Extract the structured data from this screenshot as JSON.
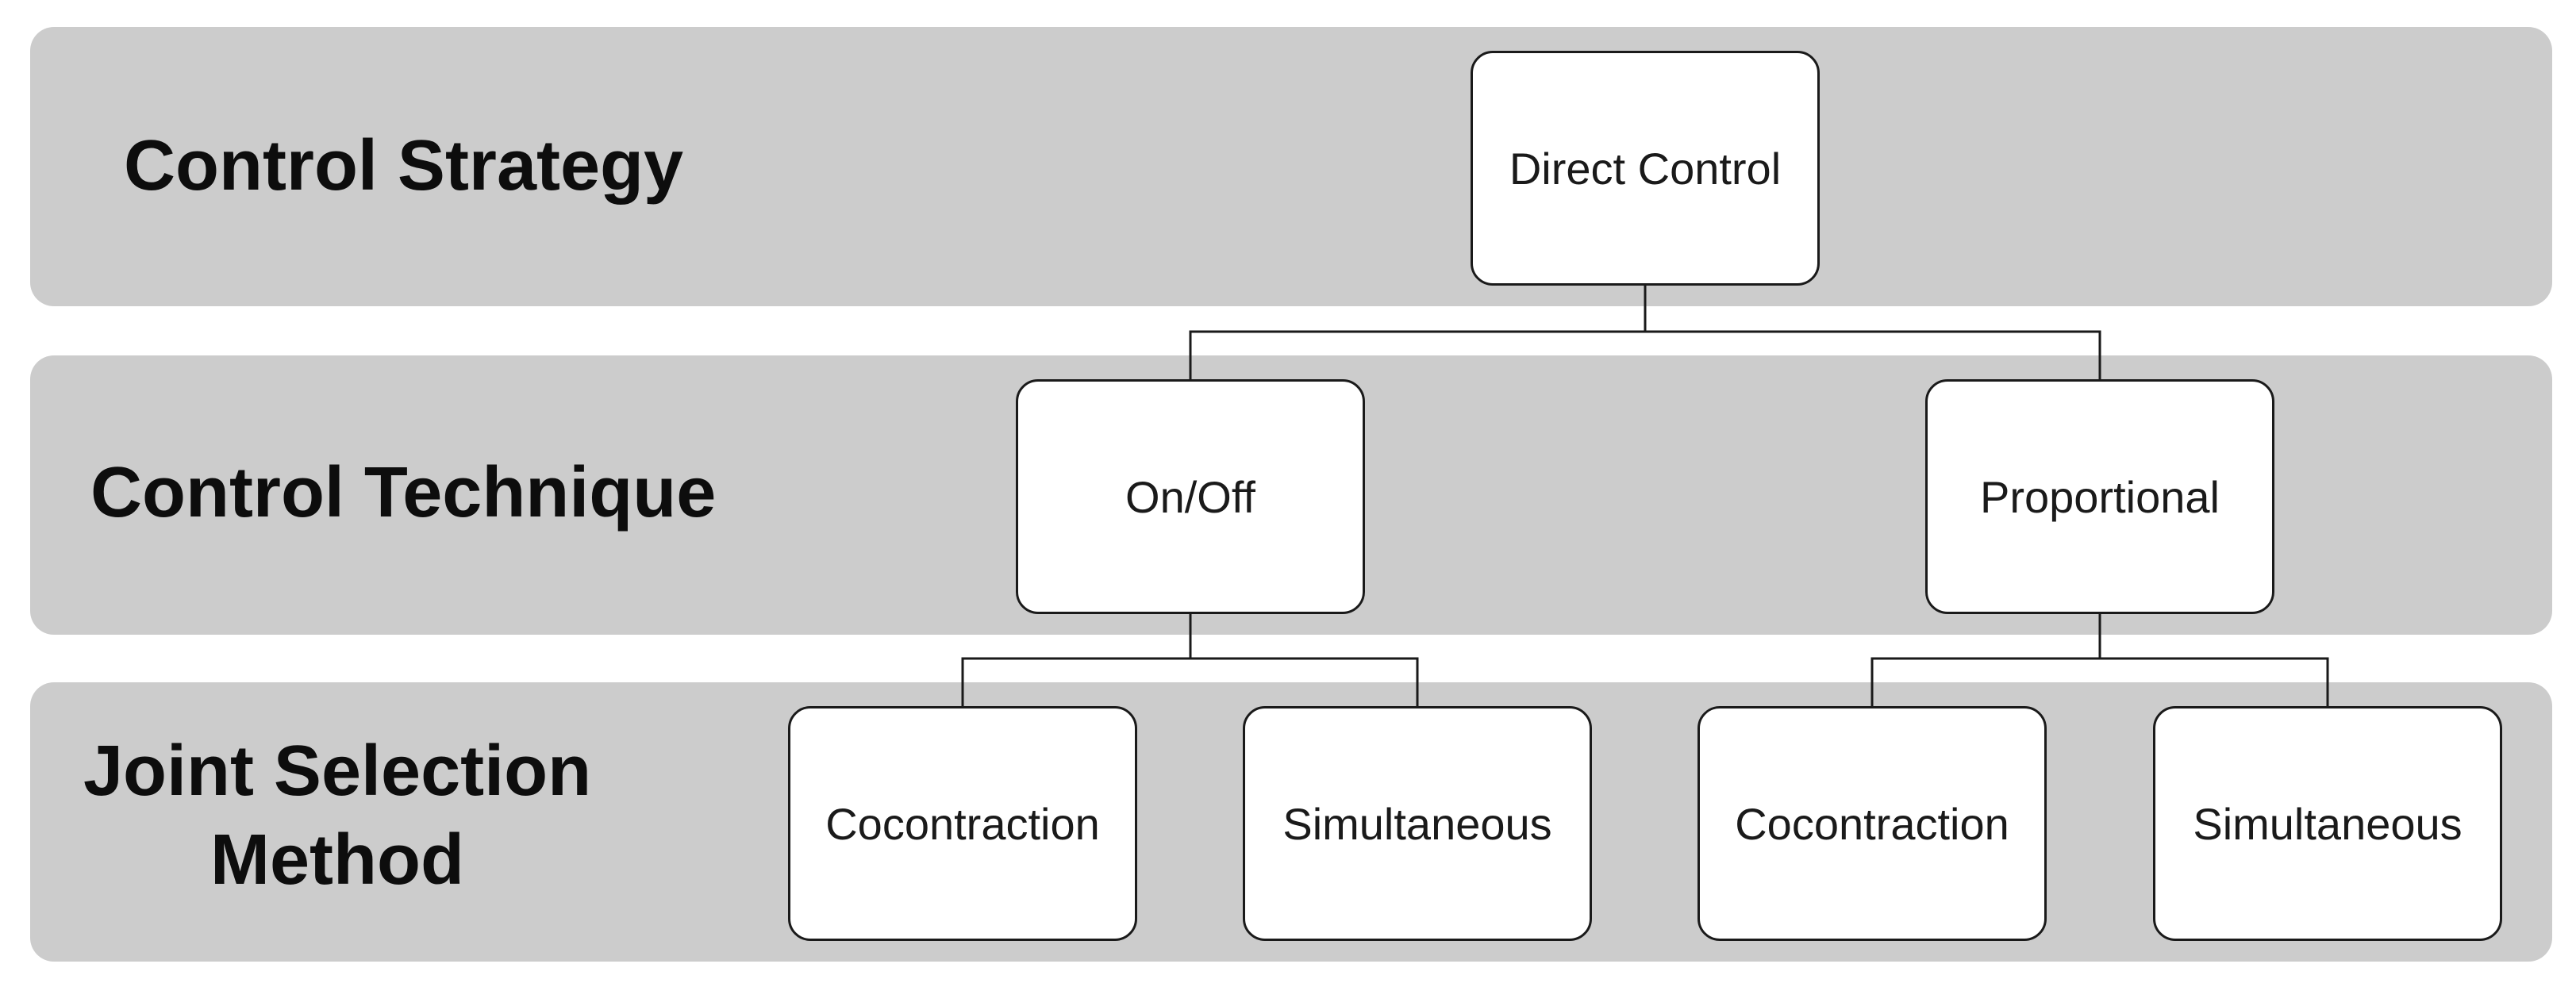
{
  "levels": [
    {
      "label": "Control Strategy"
    },
    {
      "label": "Control Technique"
    },
    {
      "label_line1": "Joint Selection",
      "label_line2": "Method"
    }
  ],
  "nodes": {
    "root": "Direct Control",
    "technique_left": "On/Off",
    "technique_right": "Proportional",
    "method_left_1": "Cocontraction",
    "method_left_2": "Simultaneous",
    "method_right_1": "Cocontraction",
    "method_right_2": "Simultaneous"
  },
  "colors": {
    "band_fill": "#cccccc",
    "node_fill": "#ffffff",
    "node_border": "#1a1a1a",
    "text": "#0d0d0d"
  }
}
